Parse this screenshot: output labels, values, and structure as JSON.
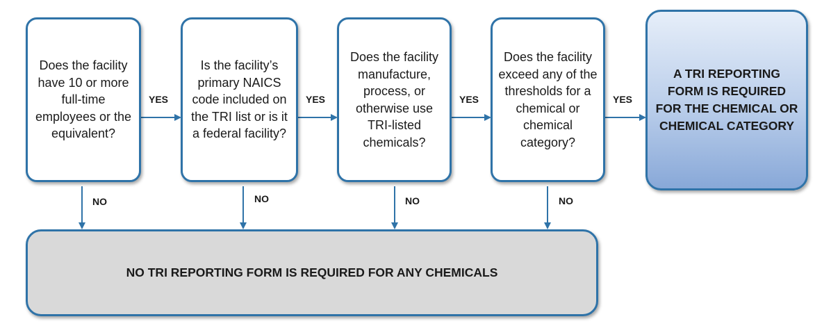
{
  "questions": [
    "Does the facility have 10 or more full-time employees or the equivalent?",
    "Is the facility’s primary NAICS code included on the TRI list or is it a federal facility?",
    "Does the facility manufacture, process, or otherwise use TRI-listed chemicals?",
    "Does the facility exceed any of the thresholds for a chemical or chemical category?"
  ],
  "yes_label": "YES",
  "no_label": "NO",
  "outcome_required": "A TRI REPORTING FORM IS REQUIRED FOR THE CHEMICAL OR CHEMICAL CATEGORY",
  "outcome_not_required": "NO TRI REPORTING FORM IS REQUIRED FOR ANY CHEMICALS",
  "colors": {
    "box_border": "#2f73a8",
    "arrow": "#2f73a8",
    "final_fill": "#b9cdea",
    "none_fill": "#d9d9d9"
  }
}
